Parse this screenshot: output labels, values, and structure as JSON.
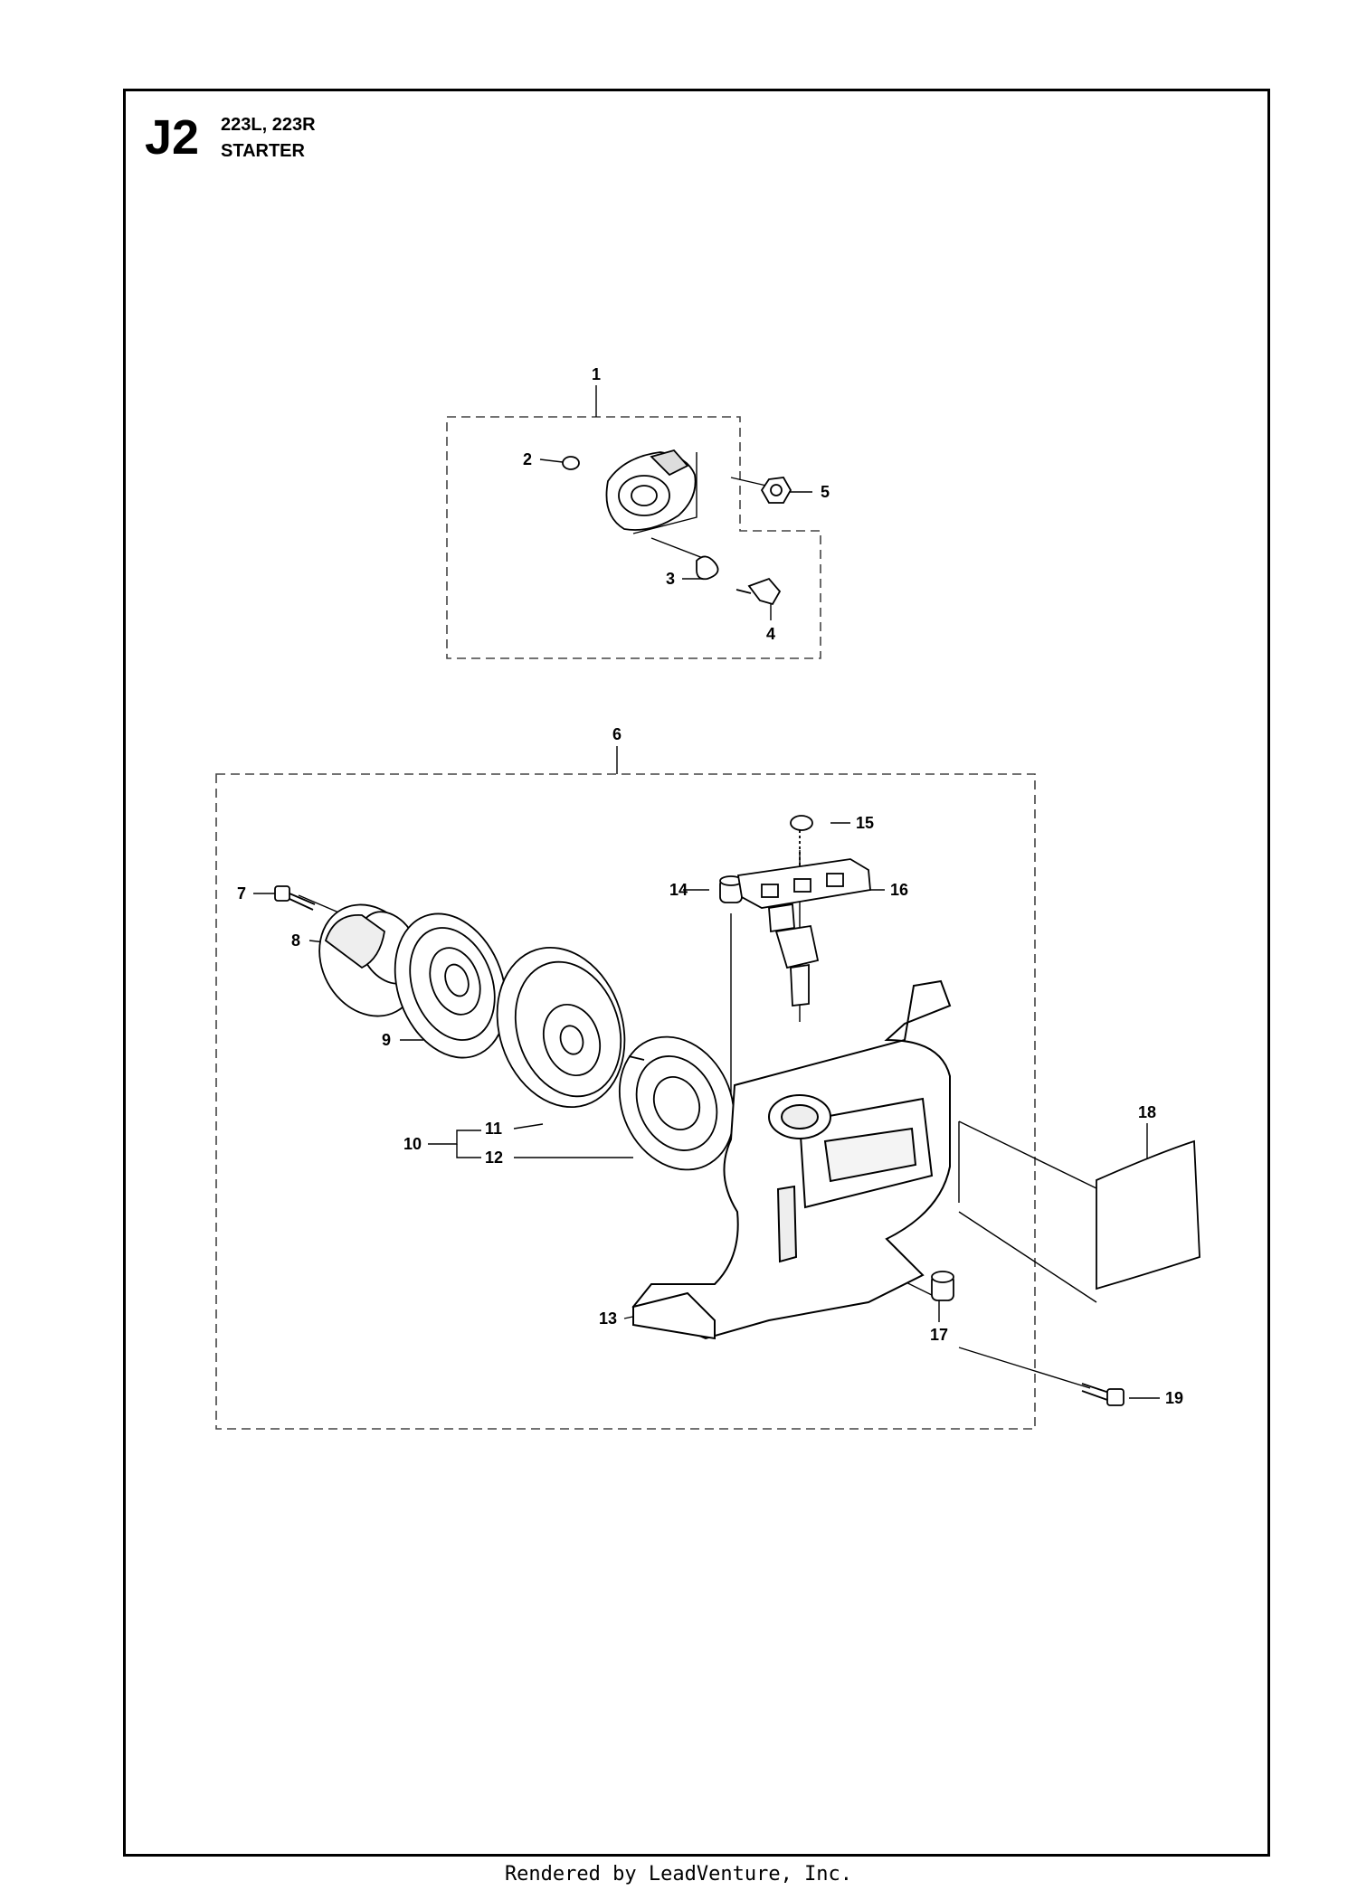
{
  "header": {
    "section_code": "J2",
    "models": "223L, 223R",
    "title": "STARTER"
  },
  "callouts": [
    "1",
    "2",
    "3",
    "4",
    "5",
    "6",
    "7",
    "8",
    "9",
    "10",
    "11",
    "12",
    "13",
    "14",
    "15",
    "16",
    "17",
    "18",
    "19"
  ],
  "footer": {
    "text": "Rendered by LeadVenture, Inc."
  }
}
